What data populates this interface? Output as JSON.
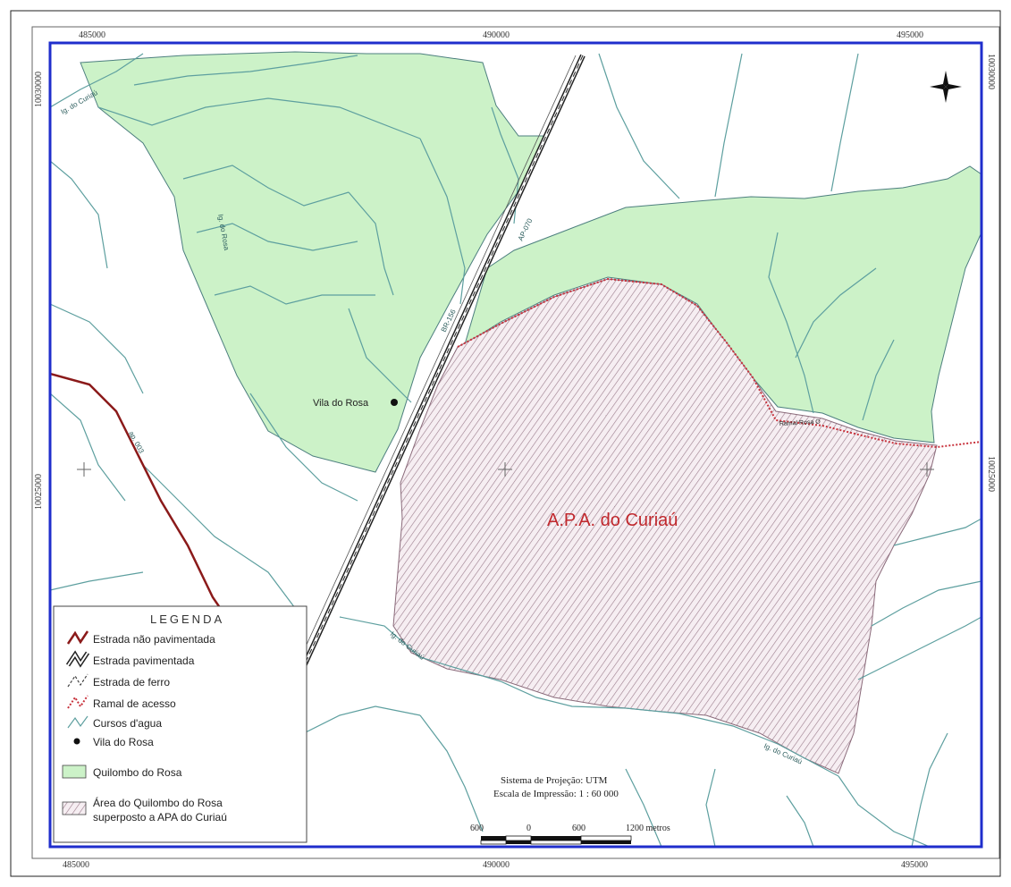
{
  "coords": {
    "top": [
      "485000",
      "490000",
      "495000"
    ],
    "bottom": [
      "485000",
      "490000",
      "495000"
    ],
    "left": [
      "10030000",
      "10025000"
    ],
    "right": [
      "10030000",
      "10025000"
    ]
  },
  "labels": {
    "main_area": "A.P.A. do Curiaú",
    "village": "Vila do Rosa",
    "ramal": "Ramal Rosa O",
    "road_dirt": "ap. 003",
    "road_paved": "BR-156",
    "road_paved_small": "AP-070",
    "river_1": "Ig. do Rosa",
    "river_2": "Ig. do Curiaú",
    "river_3": "Ig. do Curiaú",
    "river_4": "Ig. do Curiaú"
  },
  "legend": {
    "title": "LEGENDA",
    "items": [
      {
        "label": "Estrada não pavimentada"
      },
      {
        "label": "Estrada pavimentada"
      },
      {
        "label": "Estrada de ferro"
      },
      {
        "label": "Ramal de acesso"
      },
      {
        "label": "Cursos d'agua"
      },
      {
        "label": "Vila do Rosa"
      },
      {
        "label": "Quilombo do Rosa"
      },
      {
        "label": "Área do Quilombo do Rosa",
        "label2": "superposto a APA do Curiaú"
      }
    ]
  },
  "info": {
    "projection": "Sistema de Projeção: UTM",
    "scale": "Escala de Impressão: 1 : 60 000"
  },
  "scalebar": {
    "ticks": [
      "600",
      "0",
      "600",
      "1200 metros"
    ]
  },
  "colors": {
    "quilombo": "#ccf2c8",
    "overlap_hatch": "#9b7b8b",
    "river": "#5d9f9f",
    "dirt_road": "#8b1a1a",
    "ramal": "#c8323c",
    "main_label": "#c0282d",
    "frame": "#1f2ecc"
  }
}
